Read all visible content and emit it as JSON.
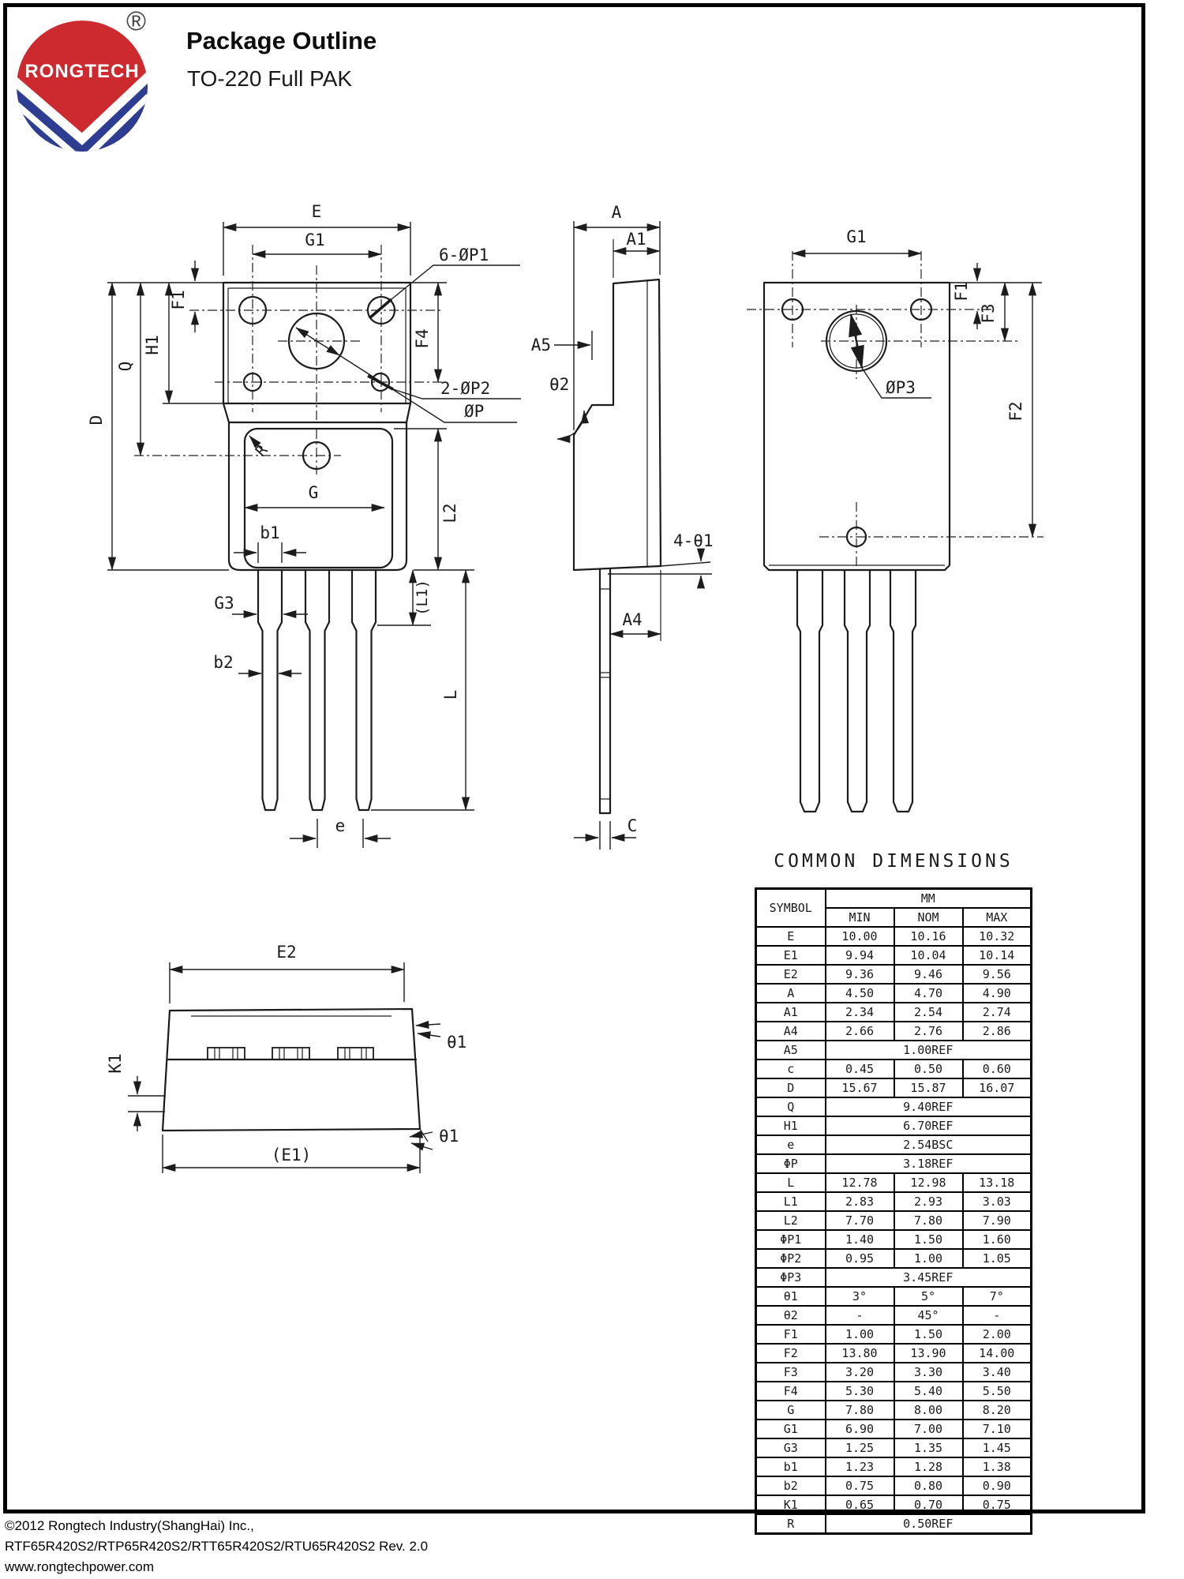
{
  "header": {
    "logo_text": "RONGTECH",
    "registered_mark": "®",
    "title": "Package Outline",
    "subtitle": "TO-220 Full PAK"
  },
  "drawings": {
    "front": {
      "E": "E",
      "G1": "G1",
      "P1": "6-ØP1",
      "F1": "F1",
      "H1": "H1",
      "Q": "Q",
      "D": "D",
      "F4": "F4",
      "P2": "2-ØP2",
      "P": "ØP",
      "R": "R",
      "G": "G",
      "L2": "L2",
      "b1": "b1",
      "G3": "G3",
      "b2": "b2",
      "L1": "(L1)",
      "L": "L",
      "e": "e"
    },
    "side": {
      "A": "A",
      "A1": "A1",
      "A5": "A5",
      "theta2": "θ2",
      "four_theta1": "4-θ1",
      "A4": "A4",
      "C": "C"
    },
    "back": {
      "G1": "G1",
      "F1": "F1",
      "F3": "F3",
      "F2": "F2",
      "P3": "ØP3"
    },
    "bottom": {
      "E2": "E2",
      "K1": "K1",
      "E1": "(E1)",
      "theta1": "θ1"
    }
  },
  "table": {
    "title": "COMMON DIMENSIONS",
    "symbol_header": "SYMBOL",
    "unit_header": "MM",
    "columns": [
      "MIN",
      "NOM",
      "MAX"
    ],
    "rows": [
      {
        "symbol": "E",
        "min": "10.00",
        "nom": "10.16",
        "max": "10.32"
      },
      {
        "symbol": "E1",
        "min": "9.94",
        "nom": "10.04",
        "max": "10.14"
      },
      {
        "symbol": "E2",
        "min": "9.36",
        "nom": "9.46",
        "max": "9.56"
      },
      {
        "symbol": "A",
        "min": "4.50",
        "nom": "4.70",
        "max": "4.90"
      },
      {
        "symbol": "A1",
        "min": "2.34",
        "nom": "2.54",
        "max": "2.74"
      },
      {
        "symbol": "A4",
        "min": "2.66",
        "nom": "2.76",
        "max": "2.86"
      },
      {
        "symbol": "A5",
        "span": "1.00REF"
      },
      {
        "symbol": "c",
        "min": "0.45",
        "nom": "0.50",
        "max": "0.60"
      },
      {
        "symbol": "D",
        "min": "15.67",
        "nom": "15.87",
        "max": "16.07"
      },
      {
        "symbol": "Q",
        "span": "9.40REF"
      },
      {
        "symbol": "H1",
        "span": "6.70REF"
      },
      {
        "symbol": "e",
        "span": "2.54BSC"
      },
      {
        "symbol": "ΦP",
        "span": "3.18REF"
      },
      {
        "symbol": "L",
        "min": "12.78",
        "nom": "12.98",
        "max": "13.18"
      },
      {
        "symbol": "L1",
        "min": "2.83",
        "nom": "2.93",
        "max": "3.03"
      },
      {
        "symbol": "L2",
        "min": "7.70",
        "nom": "7.80",
        "max": "7.90"
      },
      {
        "symbol": "ΦP1",
        "min": "1.40",
        "nom": "1.50",
        "max": "1.60"
      },
      {
        "symbol": "ΦP2",
        "min": "0.95",
        "nom": "1.00",
        "max": "1.05"
      },
      {
        "symbol": "ΦP3",
        "span": "3.45REF"
      },
      {
        "symbol": "θ1",
        "min": "3°",
        "nom": "5°",
        "max": "7°"
      },
      {
        "symbol": "θ2",
        "min": "-",
        "nom": "45°",
        "max": "-"
      },
      {
        "symbol": "F1",
        "min": "1.00",
        "nom": "1.50",
        "max": "2.00"
      },
      {
        "symbol": "F2",
        "min": "13.80",
        "nom": "13.90",
        "max": "14.00"
      },
      {
        "symbol": "F3",
        "min": "3.20",
        "nom": "3.30",
        "max": "3.40"
      },
      {
        "symbol": "F4",
        "min": "5.30",
        "nom": "5.40",
        "max": "5.50"
      },
      {
        "symbol": "G",
        "min": "7.80",
        "nom": "8.00",
        "max": "8.20"
      },
      {
        "symbol": "G1",
        "min": "6.90",
        "nom": "7.00",
        "max": "7.10"
      },
      {
        "symbol": "G3",
        "min": "1.25",
        "nom": "1.35",
        "max": "1.45"
      },
      {
        "symbol": "b1",
        "min": "1.23",
        "nom": "1.28",
        "max": "1.38"
      },
      {
        "symbol": "b2",
        "min": "0.75",
        "nom": "0.80",
        "max": "0.90"
      },
      {
        "symbol": "K1",
        "min": "0.65",
        "nom": "0.70",
        "max": "0.75"
      },
      {
        "symbol": "R",
        "span": "0.50REF"
      }
    ]
  },
  "footer": {
    "line1": "©2012 Rongtech Industry(ShangHai) Inc.,",
    "line2": "RTF65R420S2/RTP65R420S2/RTT65R420S2/RTU65R420S2 Rev. 2.0",
    "line3": "www.rongtechpower.com"
  },
  "colors": {
    "logo_red": "#cd2a30",
    "logo_blue": "#2d3d92",
    "ink": "#1c1c1c"
  }
}
